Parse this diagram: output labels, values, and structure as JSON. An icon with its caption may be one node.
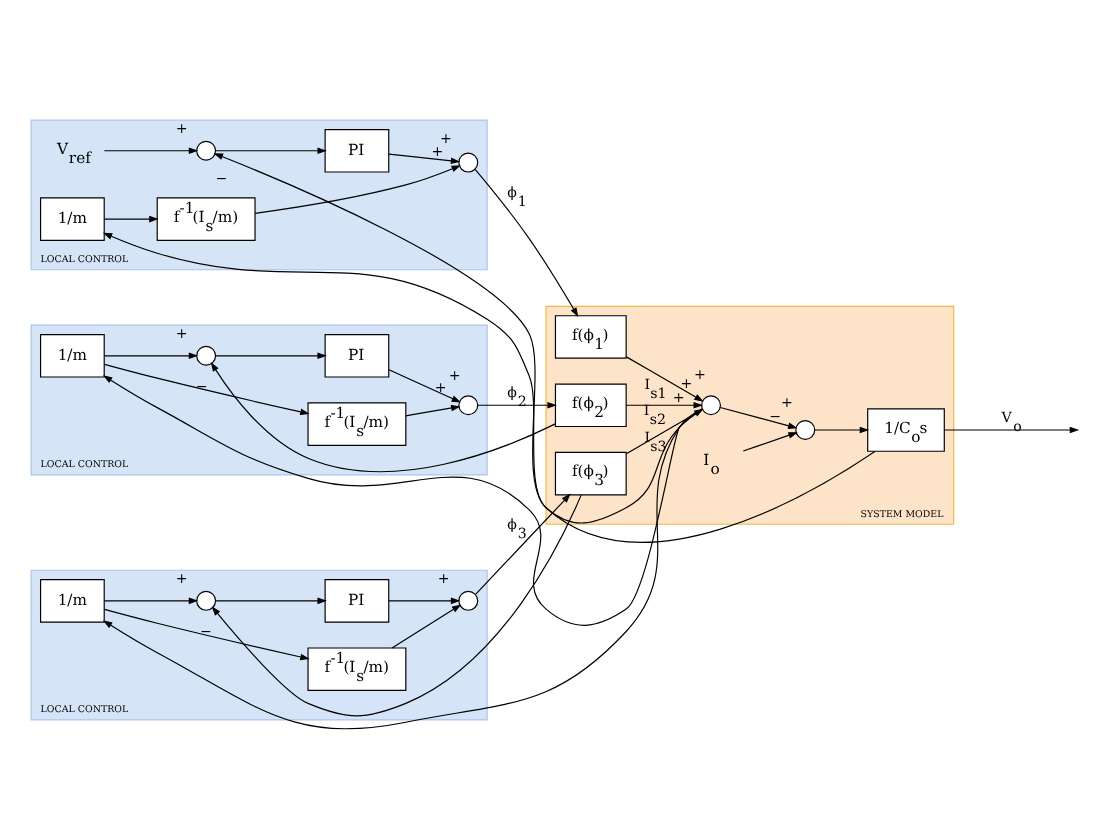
{
  "diagram": {
    "nodes": [
      {
        "text": [
          "LOCAL CONTROL"
        ]
      },
      {
        "text": [
          "V$_{ref}$"
        ],
        "in": 0
      },
      {
        "text": [],
        "shape": "circle",
        "in": 0
      },
      {
        "text": [
          "PI"
        ],
        "in": 0
      },
      {
        "text": [],
        "shape": "circle",
        "in": 0
      },
      {
        "text": [
          "1/m"
        ],
        "in": 0
      },
      {
        "text": [
          "f$^{-1}$(I$_{s}$/m)"
        ],
        "in": 0
      },
      {
        "text": [
          "LOCAL CONTROL"
        ]
      },
      {
        "text": [
          "f$^{-1}$(I$_{s}$/m)"
        ],
        "in": 7
      },
      {
        "text": [
          "1/m"
        ],
        "in": 7
      },
      {
        "text": [],
        "shape": "circle",
        "in": 7
      },
      {
        "text": [
          "PI"
        ],
        "in": 7
      },
      {
        "text": [],
        "shape": "circle",
        "in": 7
      },
      {
        "text": [
          "LOCAL CONTROL"
        ]
      },
      {
        "text": [
          "f$^{-1}$(I$_{s}$/m)"
        ],
        "in": 13
      },
      {
        "text": [
          "1/m"
        ],
        "in": 13
      },
      {
        "text": [],
        "shape": "circle",
        "in": 13
      },
      {
        "text": [
          "PI"
        ],
        "in": 13
      },
      {
        "text": [],
        "shape": "circle",
        "in": 13
      },
      {
        "text": [
          "SYSTEM MODEL"
        ]
      },
      {
        "text": [
          "f(ϕ$_{1}$)"
        ],
        "in": 19,
        "beside": [
          "I$_{s1}$"
        ]
      },
      {
        "text": [
          "f(ϕ$_{2}$)"
        ],
        "in": 19,
        "beside": [
          "I$_{s2}$"
        ]
      },
      {
        "text": [
          "f(ϕ$_{3}$)"
        ],
        "in": 19,
        "beside": [
          "I$_{s3}$"
        ]
      },
      {
        "text": [
          "I$_{o}$"
        ],
        "in": 19
      },
      {
        "text": [],
        "shape": "circle",
        "in": 19
      },
      {
        "text": [],
        "shape": "circle",
        "in": 19
      },
      {
        "text": [
          "1/C$_{o}$s"
        ],
        "in": 19
      }
    ],
    "edges": [
      {
        "from": 1,
        "to": 2,
        "arrow": "to",
        "label": "+"
      },
      {
        "from": 26,
        "to": 2,
        "arrow": "to",
        "label": "−"
      },
      {
        "from": 2,
        "to": 3,
        "arrow": "to"
      },
      {
        "from": 3,
        "to": 4,
        "arrow": "to",
        "label": "+"
      },
      {
        "from": 5,
        "to": 6,
        "arrow": "to"
      },
      {
        "from": 6,
        "to": 4,
        "arrow": "to",
        "label": "+"
      },
      {
        "from": 4,
        "to": 20,
        "arrow": "to",
        "label": "ϕ$_{1}$"
      },
      {
        "from": 9,
        "to": 8,
        "arrow": "to"
      },
      {
        "from": 9,
        "to": 10,
        "arrow": "to",
        "label": "+"
      },
      {
        "from": 10,
        "to": 11,
        "arrow": "to"
      },
      {
        "from": 11,
        "to": 12,
        "arrow": "to",
        "label": "+"
      },
      {
        "from": 8,
        "to": 12,
        "arrow": "to",
        "label": "+"
      },
      {
        "from": 12,
        "to": 21,
        "arrow": "to",
        "label": "ϕ$_{2}$"
      },
      {
        "from": 15,
        "to": 14,
        "arrow": "to"
      },
      {
        "from": 15,
        "to": 16,
        "arrow": "to",
        "label": "+"
      },
      {
        "from": 16,
        "to": 17,
        "arrow": "to"
      },
      {
        "from": 17,
        "to": 18,
        "arrow": "to",
        "label": "+"
      },
      {
        "from": 14,
        "to": 18,
        "arrow": "to"
      },
      {
        "from": 18,
        "to": 22,
        "arrow": "to",
        "label": "ϕ$_{3}$"
      },
      {
        "from": 20,
        "to": 24,
        "arrow": "to",
        "label": "+"
      },
      {
        "from": 21,
        "to": 24,
        "arrow": "to",
        "label": "+"
      },
      {
        "from": 22,
        "to": 24,
        "arrow": "to",
        "label": "+"
      },
      {
        "from": 21,
        "to": 10,
        "arrow": "to",
        "label": "−"
      },
      {
        "from": 22,
        "to": 16,
        "arrow": "to",
        "label": "−"
      },
      {
        "from": 24,
        "to": 25,
        "arrow": "to",
        "label": "+"
      },
      {
        "from": 24,
        "to": 5,
        "arrow": "to"
      },
      {
        "from": 24,
        "to": 9,
        "arrow": "to"
      },
      {
        "from": 24,
        "to": 15,
        "arrow": "to"
      },
      {
        "from": 23,
        "to": 25,
        "arrow": "to",
        "label": "−"
      },
      {
        "from": 25,
        "to": 26,
        "arrow": "to"
      },
      {
        "from": 26,
        "to": null,
        "arrow": "to",
        "label": "V$_{o}$"
      }
    ]
  }
}
